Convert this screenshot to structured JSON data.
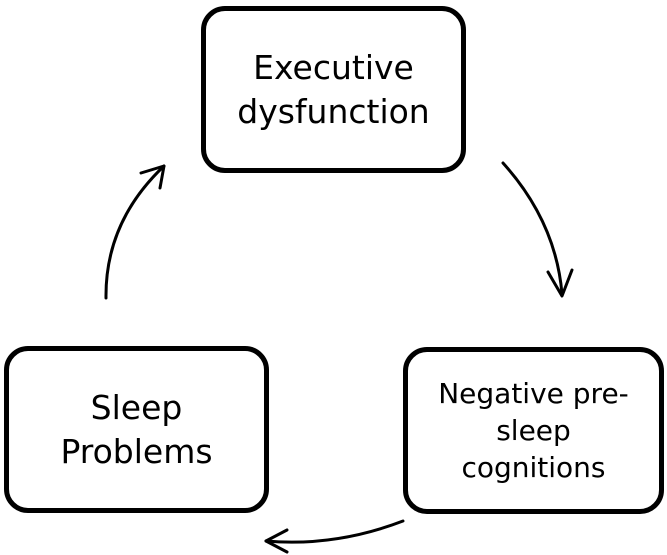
{
  "diagram": {
    "nodes": [
      {
        "id": "executive",
        "label": "Executive\ndysfunction"
      },
      {
        "id": "negative",
        "label": "Negative pre-\nsleep\ncognitions"
      },
      {
        "id": "sleep",
        "label": "Sleep\nProblems"
      }
    ],
    "edges": [
      {
        "from": "executive",
        "to": "negative"
      },
      {
        "from": "negative",
        "to": "sleep"
      },
      {
        "from": "sleep",
        "to": "executive"
      }
    ],
    "colors": {
      "stroke": "#000000",
      "background": "#ffffff"
    }
  }
}
